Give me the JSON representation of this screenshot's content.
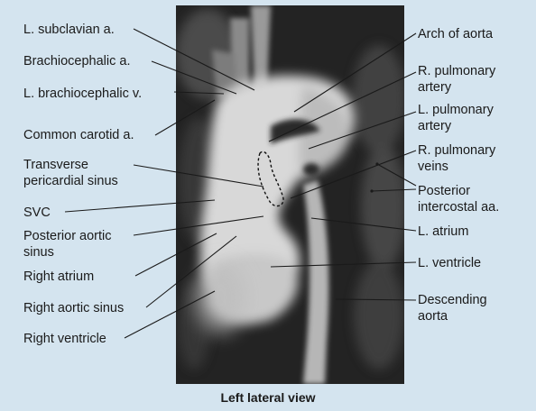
{
  "caption": "Left lateral view",
  "colors": {
    "background": "#d4e4ef",
    "leader": "#1a1a1a"
  },
  "labels_left": {
    "subclavian": "L. subclavian a.",
    "brachiocephalic_a": "Brachiocephalic a.",
    "brachiocephalic_v": "L. brachiocephalic v.",
    "common_carotid": "Common carotid a.",
    "transverse_1": "Transverse",
    "transverse_2": "pericardial sinus",
    "svc": "SVC",
    "post_aortic_1": "Posterior aortic",
    "post_aortic_2": "sinus",
    "right_atrium": "Right atrium",
    "right_aortic_sinus": "Right aortic sinus",
    "right_ventricle": "Right ventricle"
  },
  "labels_right": {
    "arch": "Arch of aorta",
    "r_pulm_art_1": "R. pulmonary",
    "r_pulm_art_2": "artery",
    "l_pulm_art_1": "L. pulmonary",
    "l_pulm_art_2": "artery",
    "r_pulm_veins_1": "R. pulmonary",
    "r_pulm_veins_2": "veins",
    "post_intercostal_1": "Posterior",
    "post_intercostal_2": "intercostal aa.",
    "l_atrium": "L. atrium",
    "l_ventricle": "L. ventricle",
    "desc_aorta_1": "Descending",
    "desc_aorta_2": "aorta"
  }
}
